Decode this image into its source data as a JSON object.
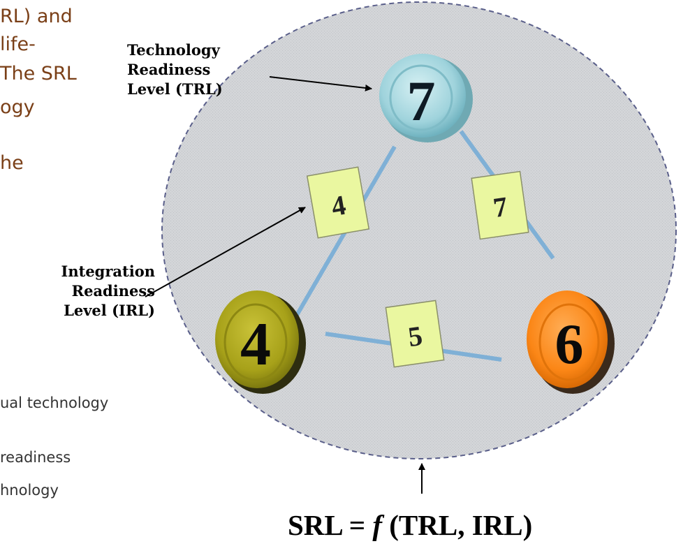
{
  "background_text": {
    "lines": [
      "RL) and",
      "life-",
      "The SRL",
      "ogy",
      "he"
    ],
    "gray_lines": [
      "ual technology",
      "readiness",
      "hnology"
    ]
  },
  "labels": {
    "trl": [
      "Technology",
      "Readiness",
      "Level (TRL)"
    ],
    "irl": [
      "Integration",
      "Readiness",
      "Level (IRL)"
    ]
  },
  "nodes": {
    "top": "7",
    "left": "4",
    "right": "6"
  },
  "irl_values": {
    "left_edge": "4",
    "right_edge": "7",
    "bottom_edge": "5"
  },
  "formula": {
    "prefix": "SRL = ",
    "f": "f",
    "suffix": " (TRL, IRL)"
  },
  "colors": {
    "ellipse_fill": "#d3d5d8",
    "ellipse_border": "#5a5f8a",
    "connector": "#7fb0d6",
    "irl_box": "#eaf7a0",
    "trl_top": "#9fd3dc",
    "trl_left": "#a7a119",
    "trl_right": "#fb8616"
  }
}
